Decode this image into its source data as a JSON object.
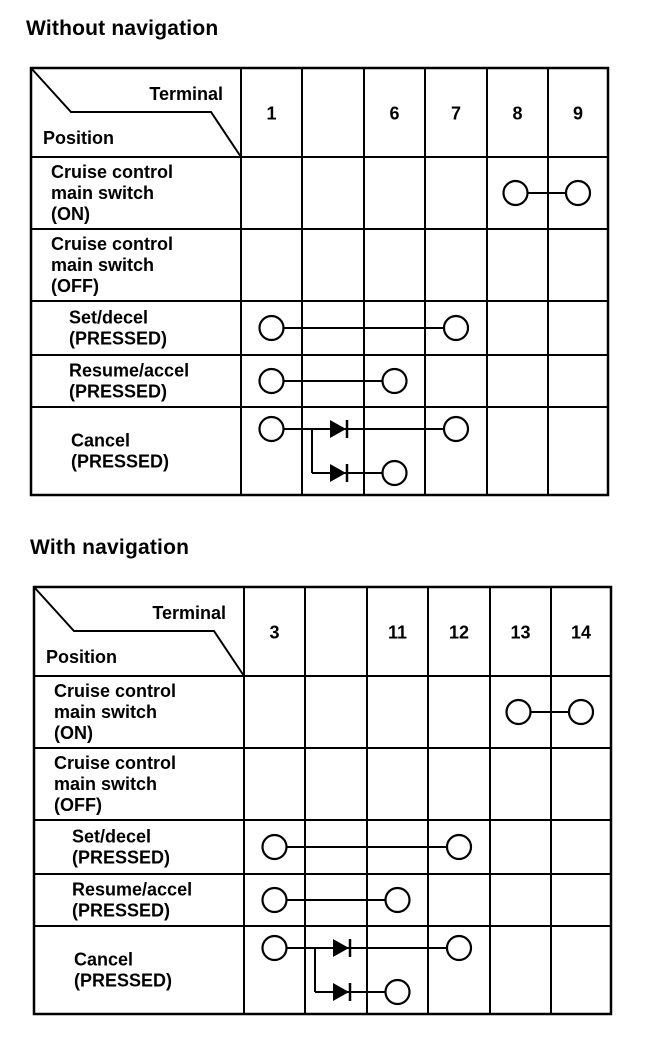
{
  "tables": [
    {
      "title": "Without navigation",
      "header_terminal": "Terminal",
      "header_position": "Position",
      "terminals": [
        "1",
        "",
        "6",
        "7",
        "8",
        "9"
      ],
      "rows": [
        {
          "lines": [
            "Cruise control",
            "main switch",
            "(ON)"
          ]
        },
        {
          "lines": [
            "Cruise control",
            "main switch",
            "(OFF)"
          ]
        },
        {
          "lines": [
            "Set/decel",
            "(PRESSED)"
          ]
        },
        {
          "lines": [
            "Resume/accel",
            "(PRESSED)"
          ]
        },
        {
          "lines": [
            "Cancel",
            "(PRESSED)"
          ]
        }
      ]
    },
    {
      "title": "With navigation",
      "header_terminal": "Terminal",
      "header_position": "Position",
      "terminals": [
        "3",
        "",
        "11",
        "12",
        "13",
        "14"
      ],
      "rows": [
        {
          "lines": [
            "Cruise control",
            "main switch",
            "(ON)"
          ]
        },
        {
          "lines": [
            "Cruise control",
            "main switch",
            "(OFF)"
          ]
        },
        {
          "lines": [
            "Set/decel",
            "(PRESSED)"
          ]
        },
        {
          "lines": [
            "Resume/accel",
            "(PRESSED)"
          ]
        },
        {
          "lines": [
            "Cancel",
            "(PRESSED)"
          ]
        }
      ]
    }
  ]
}
